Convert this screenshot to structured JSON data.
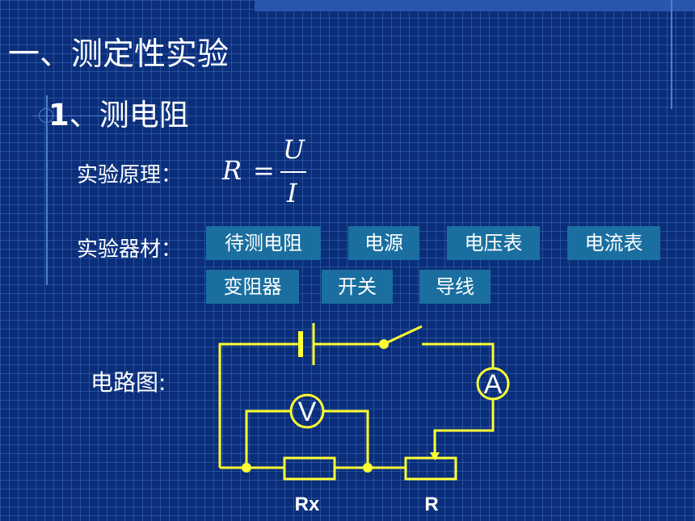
{
  "title": "一、测定性实验",
  "subtitle": {
    "number": "1",
    "text": "、测电阻"
  },
  "principle_label": "实验原理：",
  "formula": {
    "lhs": "R",
    "eq": "=",
    "numerator": "U",
    "denominator": "I"
  },
  "equipment_label": "实验器材：",
  "equipment": [
    "待测电阻",
    "电源",
    "电压表",
    "电流表",
    "变阻器",
    "开关",
    "导线"
  ],
  "circuit_label": "电路图:",
  "circuit": {
    "voltmeter": "V",
    "ammeter": "A",
    "resistor_x_label": "Rx",
    "resistor_label": "R",
    "wire_color": "#ffff33"
  },
  "colors": {
    "background": "#0a2e7a",
    "tag": "#1a6fa0",
    "text": "#ffffff"
  }
}
